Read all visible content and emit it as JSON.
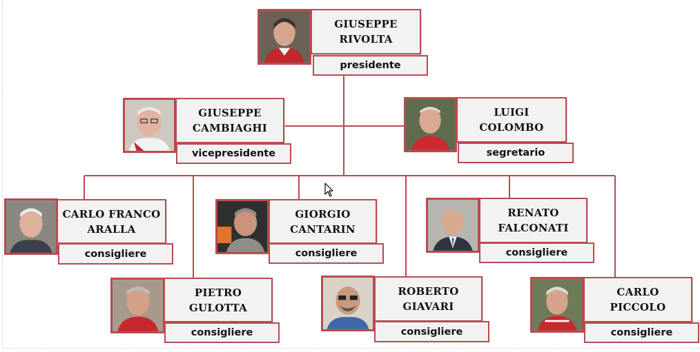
{
  "members": [
    {
      "id": "rivolta",
      "name": "GIUSEPPE\nRIVOLTA",
      "role": "presidente",
      "photo": "avatar-icon"
    },
    {
      "id": "cambiaghi",
      "name": "GIUSEPPE\nCAMBIAGHI",
      "role": "vicepresidente",
      "photo": "avatar-icon"
    },
    {
      "id": "colombo",
      "name": "LUIGI\nCOLOMBO",
      "role": "segretario",
      "photo": "avatar-icon"
    },
    {
      "id": "aralla",
      "name": "CARLO FRANCO\nARALLA",
      "role": "consigliere",
      "photo": "avatar-icon"
    },
    {
      "id": "cantarin",
      "name": "GIORGIO\nCANTARIN",
      "role": "consigliere",
      "photo": "avatar-icon"
    },
    {
      "id": "falconati",
      "name": "RENATO\nFALCONATI",
      "role": "consigliere",
      "photo": "avatar-icon"
    },
    {
      "id": "gulotta",
      "name": "PIETRO\nGULOTTA",
      "role": "consigliere",
      "photo": "avatar-icon"
    },
    {
      "id": "giavari",
      "name": "ROBERTO\nGIAVARI",
      "role": "consigliere",
      "photo": "avatar-icon"
    },
    {
      "id": "piccolo",
      "name": "CARLO\nPICCOLO",
      "role": "consigliere",
      "photo": "avatar-icon"
    }
  ],
  "colors": {
    "border": "#b94a4f",
    "box": "#f2f2f2",
    "connector": "#b94a4f"
  }
}
